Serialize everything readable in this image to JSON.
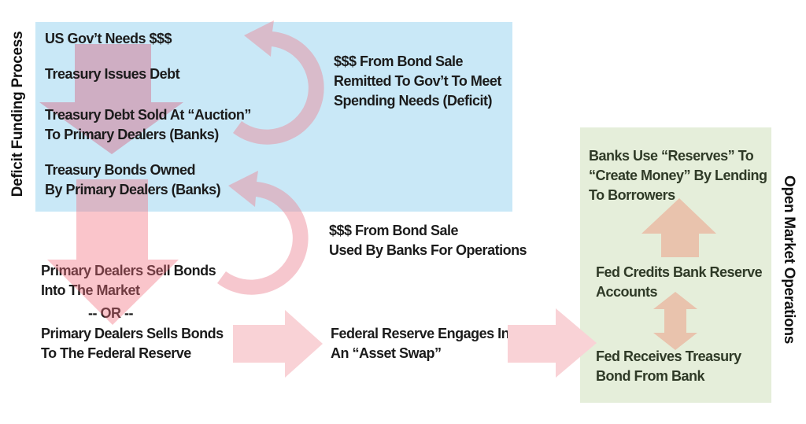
{
  "diagram": {
    "left_section_label": "Deficit Funding Process",
    "right_section_label": "Open Market Operations"
  },
  "colors": {
    "blue_box_bg": "#c9e8f7",
    "green_box_bg": "#e5eeda",
    "body_text": "#1b1b1b",
    "green_box_text": "#2f3a27"
  },
  "blue_box": {
    "step1": "US Gov’t Needs $$$",
    "step2": "Treasury Issues Debt",
    "step3": "Treasury Debt Sold At “Auction”\nTo Primary Dealers (Banks)",
    "step4": "Treasury Bonds Owned\nBy Primary Dealers (Banks)"
  },
  "annotations": {
    "bond_sale_to_govt": "$$$ From Bond Sale\nRemitted To Gov’t To Meet\nSpending Needs (Deficit)",
    "bond_sale_to_banks": "$$$ From Bond Sale\nUsed By Banks For Operations"
  },
  "market_flow": {
    "sell_into_market": "Primary Dealers Sell Bonds\nInto The Market",
    "or_separator": "-- OR --",
    "sell_to_fed": "Primary Dealers Sells Bonds\nTo The Federal Reserve",
    "asset_swap": "Federal Reserve Engages In\nAn “Asset Swap”"
  },
  "green_box": {
    "step1": "Banks Use “Reserves” To\n“Create Money” By Lending\nTo Borrowers",
    "step2": "Fed Credits Bank Reserve\nAccounts",
    "step3": "Fed Receives Treasury\nBond From Bank"
  },
  "arrows": {
    "issuance_down_arrow": {
      "fill": "#cfaec3"
    },
    "dealers_down_arrow": {
      "fill": "rgba(242,110,125,0.40)"
    },
    "curved_return_arrow_top": {
      "fill": "rgba(235,135,150,0.47)"
    },
    "curved_return_arrow_bottom": {
      "fill": "rgba(235,135,150,0.47)"
    },
    "right_arrow_to_swap": {
      "fill": "#f9d2d6"
    },
    "right_arrow_to_green": {
      "fill": "#f9d2d6"
    },
    "reserves_up_arrow": {
      "fill": "#e9c3ad"
    },
    "swap_double_arrow": {
      "fill": "#e9c3ad"
    }
  }
}
